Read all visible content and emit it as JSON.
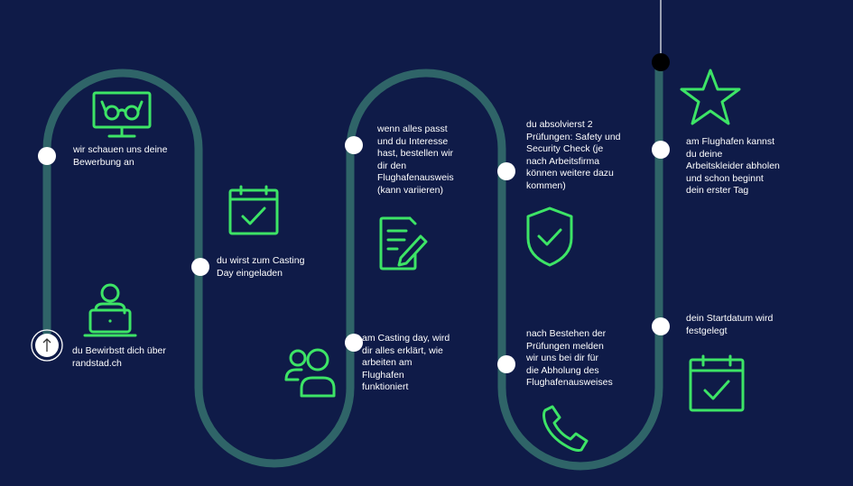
{
  "colors": {
    "background": "#0f1b48",
    "path": "#2f6468",
    "accent": "#3de466",
    "node": "#ffffff",
    "start_node": "#000000"
  },
  "steps": [
    {
      "text": "du Bewirbstt dich über\nrandstad.ch",
      "icon": "person-laptop-icon"
    },
    {
      "text": "wir schauen uns deine\nBewerbung an",
      "icon": "monitor-glasses-icon"
    },
    {
      "text": "du wirst zum Casting\nDay eingeladen",
      "icon": "calendar-check-icon"
    },
    {
      "text": "am Casting day, wird\ndir alles erklärt, wie\narbeiten am\nFlughafen\nfunktioniert",
      "icon": "group-people-icon"
    },
    {
      "text": "wenn alles passt\nund du Interesse\nhast, bestellen wir\ndir den\nFlughafenausweis\n(kann variieren)",
      "icon": "document-pen-icon"
    },
    {
      "text": "du absolvierst 2\nPrüfungen: Safety und\nSecurity Check (je\nnach Arbeitsfirma\nkönnen weitere dazu\nkommen)",
      "icon": "shield-check-icon"
    },
    {
      "text": "nach Bestehen der\nPrüfungen melden\nwir uns bei dir für\ndie Abholung des\nFlughafenausweises",
      "icon": "phone-icon"
    },
    {
      "text": "dein Startdatum wird\nfestgelegt",
      "icon": "calendar-check-icon"
    },
    {
      "text": "am Flughafen kannst\ndu deine\nArbeitskleider abholen\nund schon beginnt\ndein erster Tag",
      "icon": "star-icon"
    }
  ]
}
